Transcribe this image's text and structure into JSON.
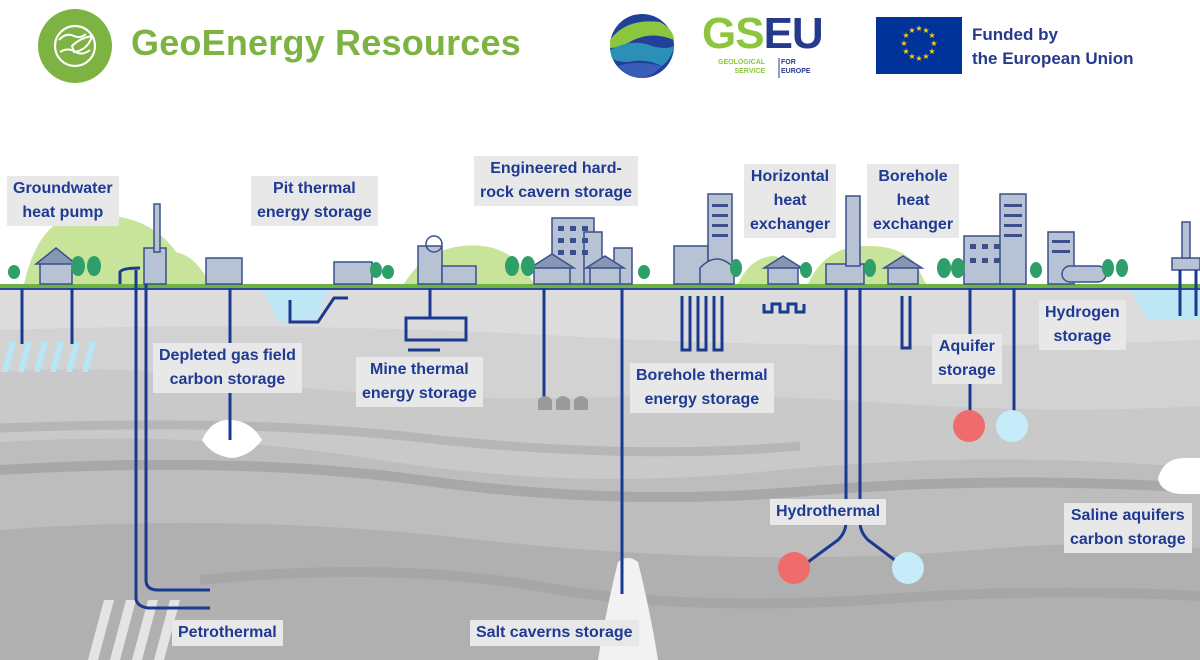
{
  "header": {
    "brand_title": "GeoEnergy Resources",
    "brand_icon": "globe-leaf-icon",
    "gseu": {
      "gs": "GS",
      "eu": "EU",
      "sub_left_1": "GEOLOGICAL",
      "sub_left_2": "SERVICE",
      "sub_right_1": "FOR",
      "sub_right_2": "EUROPE"
    },
    "eu_funding": {
      "line1": "Funded by",
      "line2": "the European Union",
      "flag_icon": "eu-flag-icon"
    }
  },
  "labels": {
    "groundwater_heat_pump": [
      "Groundwater",
      "heat pump"
    ],
    "pit_thermal": [
      "Pit thermal",
      "energy storage"
    ],
    "engineered_cavern": [
      "Engineered hard-",
      "rock cavern storage"
    ],
    "horizontal_heat_exchanger": [
      "Horizontal",
      "heat",
      "exchanger"
    ],
    "borehole_heat_exchanger": [
      "Borehole",
      "heat",
      "exchanger"
    ],
    "depleted_gas": [
      "Depleted gas field",
      "carbon storage"
    ],
    "mine_thermal": [
      "Mine thermal",
      "energy storage"
    ],
    "borehole_thermal": [
      "Borehole thermal",
      "energy storage"
    ],
    "aquifer_storage": [
      "Aquifer",
      "storage"
    ],
    "hydrogen_storage": [
      "Hydrogen",
      "storage"
    ],
    "hydrothermal": [
      "Hydrothermal"
    ],
    "saline_aquifers": [
      "Saline aquifers",
      "carbon storage"
    ],
    "petrothermal": [
      "Petrothermal"
    ],
    "salt_caverns": [
      "Salt caverns storage"
    ]
  },
  "colors": {
    "brand_green": "#7cb342",
    "label_blue": "#1f3a93",
    "pipe_blue": "#1a3a8f",
    "hot": "#f06b6b",
    "cold": "#c5ecf8",
    "eu_blue": "#003399",
    "eu_star": "#ffcc00"
  }
}
